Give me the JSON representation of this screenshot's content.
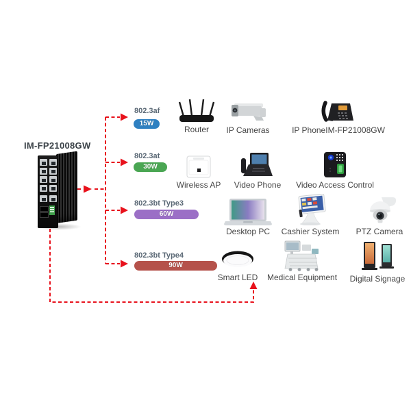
{
  "diagram": {
    "title": "IM-FP21008GW",
    "connection_color": "#e8121c",
    "tiers": [
      {
        "standard": "802.3af",
        "power": "15W",
        "pill_color": "#2e80c1",
        "devices": [
          {
            "label": "Router",
            "icon": "router-icon"
          },
          {
            "label": "IP Cameras",
            "icon": "ip-camera-icon"
          },
          {
            "label": "IP PhoneIM-FP21008GW",
            "icon": "ip-phone-icon"
          }
        ]
      },
      {
        "standard": "802.3at",
        "power": "30W",
        "pill_color": "#4aa653",
        "devices": [
          {
            "label": "Wireless AP",
            "icon": "wireless-ap-icon"
          },
          {
            "label": "Video Phone",
            "icon": "video-phone-icon"
          },
          {
            "label": "Video Access Control",
            "icon": "access-control-icon"
          }
        ]
      },
      {
        "standard": "802.3bt Type3",
        "power": "60W",
        "pill_color": "#9b6fc6",
        "devices": [
          {
            "label": "Desktop PC",
            "icon": "laptop-icon"
          },
          {
            "label": "Cashier System",
            "icon": "pos-terminal-icon"
          },
          {
            "label": "PTZ Camera",
            "icon": "ptz-camera-icon"
          }
        ]
      },
      {
        "standard": "802.3bt Type4",
        "power": "90W",
        "pill_color": "#b5524b",
        "devices": [
          {
            "label": "Smart LED",
            "icon": "led-light-icon"
          },
          {
            "label": "Medical Equipment",
            "icon": "medical-equipment-icon"
          },
          {
            "label": "Digital Signage",
            "icon": "digital-signage-icon"
          }
        ]
      }
    ]
  }
}
